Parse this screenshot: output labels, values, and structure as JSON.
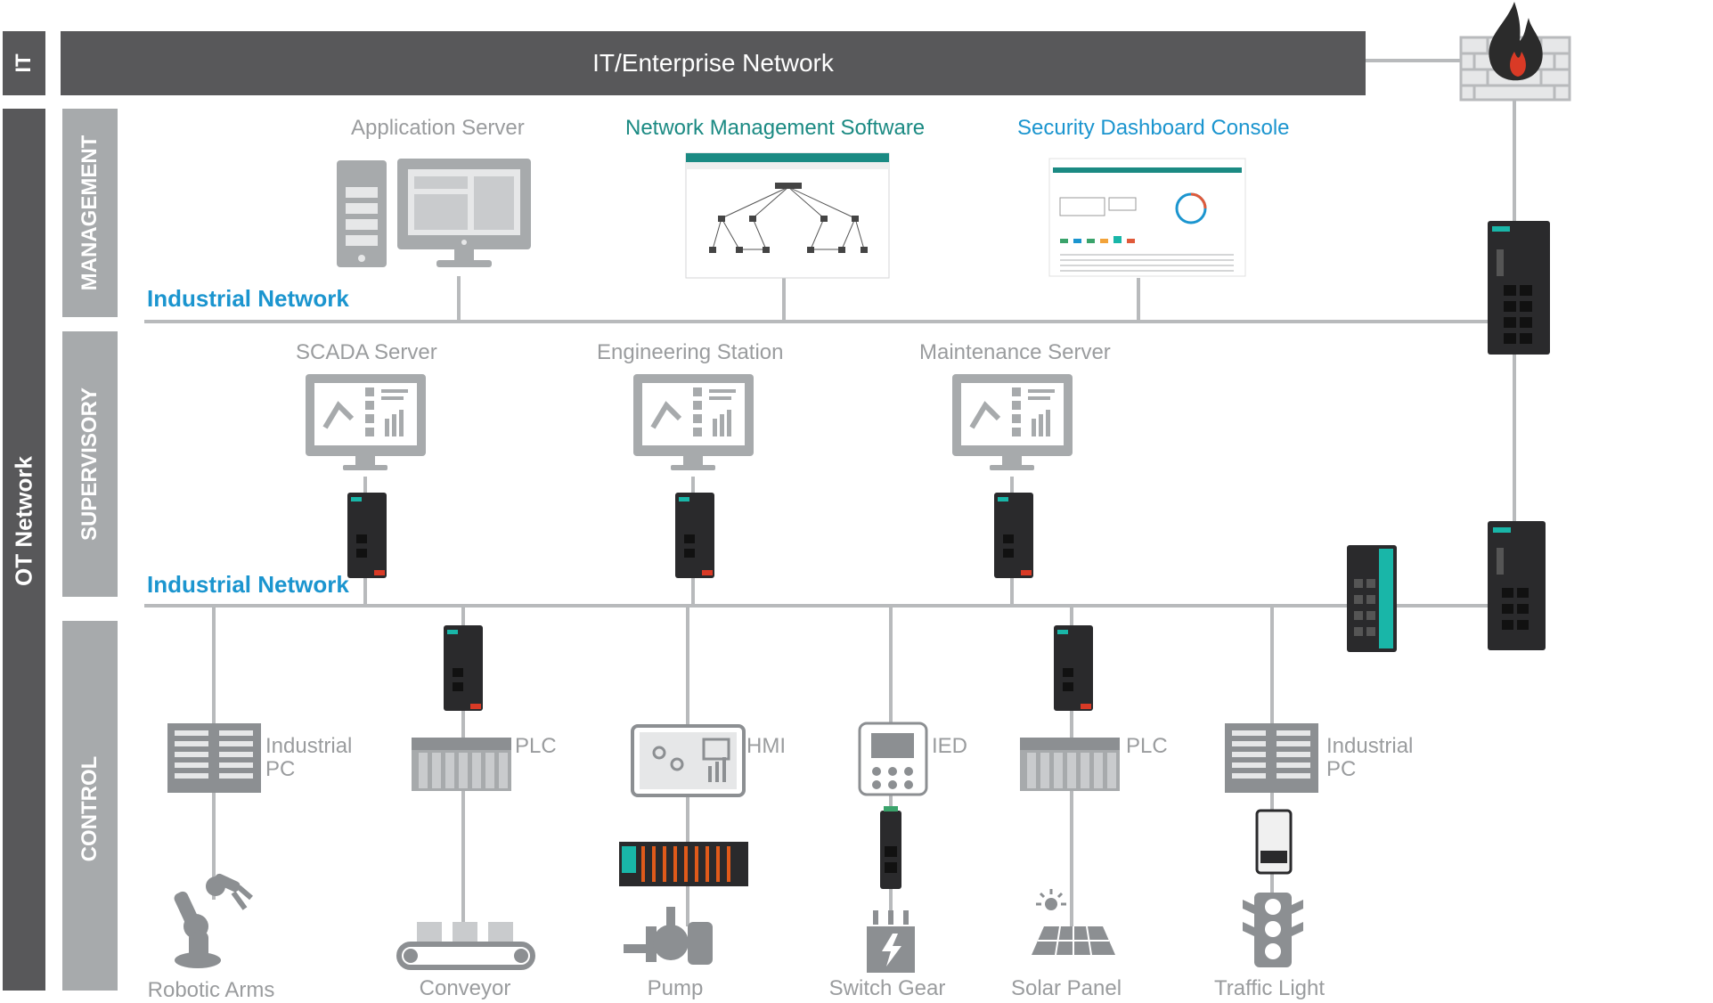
{
  "tiers": {
    "it": "IT",
    "ot": "OT Network",
    "management": "MANAGEMENT",
    "supervisory": "SUPERVISORY",
    "control": "CONTROL"
  },
  "enterprise_bar": "IT/Enterprise Network",
  "management": {
    "application_server": "Application Server",
    "network_management": "Network Management Software",
    "security_dashboard": "Security Dashboard Console",
    "network_label": "Industrial Network"
  },
  "supervisory": {
    "scada": "SCADA Server",
    "engineering": "Engineering Station",
    "maintenance": "Maintenance Server",
    "network_label": "Industrial Network"
  },
  "control": {
    "devices": [
      {
        "label": "Industrial\nPC"
      },
      {
        "label": "PLC"
      },
      {
        "label": "HMI"
      },
      {
        "label": "IED"
      },
      {
        "label": "PLC"
      },
      {
        "label": "Industrial\nPC"
      }
    ],
    "field": [
      {
        "label": "Robotic Arms"
      },
      {
        "label": "Conveyor"
      },
      {
        "label": "Pump"
      },
      {
        "label": "Switch Gear"
      },
      {
        "label": "Solar Panel"
      },
      {
        "label": "Traffic Light"
      }
    ]
  },
  "colors": {
    "dark_band": "#58585a",
    "light_band": "#a7aaac",
    "line": "#b8babc",
    "device_gray": "#8c8f92",
    "accent_blue": "#1b95cf",
    "accent_teal": "#1b8a83",
    "firewall_red": "#d93a26"
  }
}
